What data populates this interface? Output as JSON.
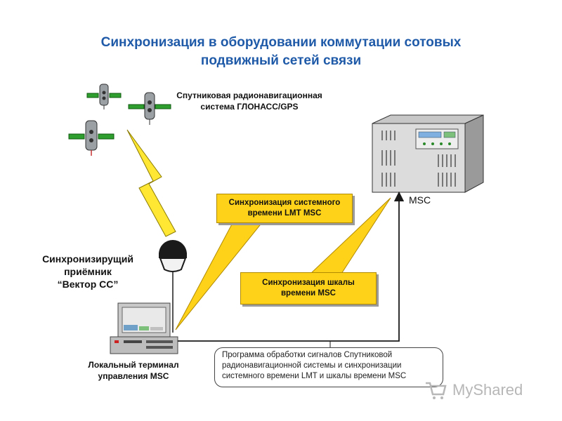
{
  "title": {
    "line1": "Синхронизация в оборудовании коммутации сотовых",
    "line2": "подвижный сетей связи"
  },
  "satellite_system": {
    "line1": "Спутниковая радионавигационная",
    "line2": "система ГЛОНАСС/GPS"
  },
  "receiver": {
    "line1": "Синхронизирущий",
    "line2": "приёмник",
    "line3": "“Вектор СС”"
  },
  "terminal": {
    "line1": "Локальный терминал",
    "line2": "управления MSC"
  },
  "msc": {
    "label": "MSC"
  },
  "callout_system_time": {
    "line1": "Синхронизация системного",
    "line2": "времени LMT MSC"
  },
  "callout_time_scale": {
    "line1": "Синхронизация шкалы",
    "line2": "времени MSC"
  },
  "program": {
    "line1": "Программа обработки сигналов Спутниковой",
    "line2": "радионавигационной системы и синхронизации",
    "line3": "системного времени LMT  и шкалы времени MSC"
  },
  "watermark": {
    "text": "MyShared"
  },
  "colors": {
    "title": "#1f5aa8",
    "callout": "#ffd21a",
    "lightning": "#ffe733",
    "connector": "#1a1a1a",
    "satellite_panel": "#2e9e2e"
  }
}
